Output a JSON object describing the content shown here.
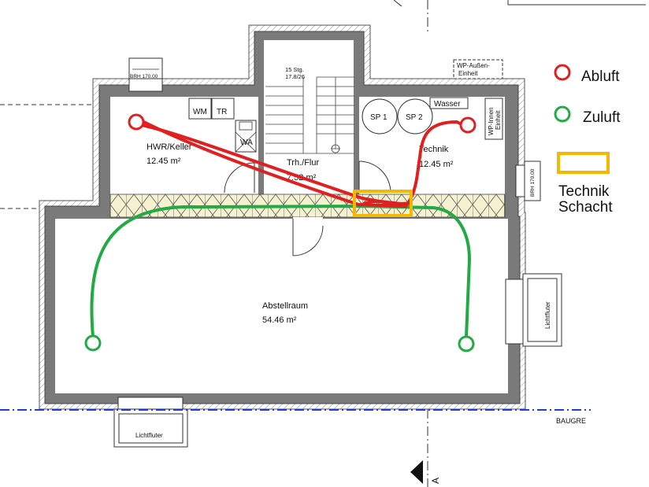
{
  "rooms": {
    "hwr": {
      "name": "HWR/Keller",
      "area": "12.45 m²"
    },
    "treppe": {
      "name": "Trh./Flur",
      "area": "7.52 m²",
      "stairs": "15 Stg.",
      "stairs_dim": "17.8/26"
    },
    "technik": {
      "name": "Technik",
      "area": "12.45 m²"
    },
    "abstellraum": {
      "name": "Abstellraum",
      "area": "54.46 m²"
    }
  },
  "fixtures": {
    "wm": "WM",
    "tr": "TR",
    "wa": "WA",
    "sp1": "SP 1",
    "sp2": "SP 2",
    "wasser": "Wasser",
    "wp_innen": [
      "WP-Innen",
      "Einheit"
    ],
    "wp_aussen": [
      "WP-Außen-",
      "Einheit"
    ]
  },
  "windows": {
    "brh_top": "BRH 170.00",
    "brh_right": "BRH 170.00",
    "lichtfluter_bottom": "Lichtfluter",
    "lichtfluter_right": "Lichtfluter"
  },
  "markers": {
    "baugrenze": "BAUGRE",
    "section": "A"
  },
  "legend": {
    "abluft": "Abluft",
    "zuluft": "Zuluft",
    "technik_schacht": [
      "Technik",
      "Schacht"
    ]
  },
  "colors": {
    "abluft": "#e02020",
    "zuluft": "#22aa44",
    "schacht": "#f5b800",
    "wall": "#7a7a7a",
    "insulation": "#f5f0d0",
    "baugrenze": "#1a3fd0"
  }
}
